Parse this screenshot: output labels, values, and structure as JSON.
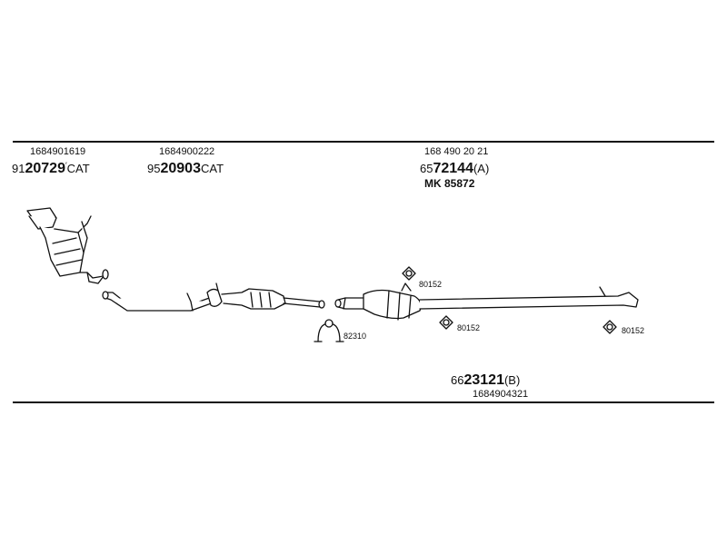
{
  "parts": {
    "cat1": {
      "oe": "1684901619",
      "prefix": "91",
      "number": "20729",
      "suffix": "CAT"
    },
    "cat2": {
      "oe": "1684900222",
      "prefix": "95",
      "number": "20903",
      "suffix": "CAT"
    },
    "middle": {
      "oe": "168 490 20 21",
      "prefix": "65",
      "number": "72144",
      "suffix": "(A)",
      "kit": "MK  85872"
    },
    "rear": {
      "prefix": "66",
      "number": "23121",
      "suffix": "(B)",
      "oe": "1684904321"
    }
  },
  "small_parts": {
    "clamp": "82310",
    "hanger_a": "80152",
    "hanger_b": "80152",
    "hanger_c": "80152"
  },
  "colors": {
    "line": "#111111",
    "background": "#ffffff"
  }
}
